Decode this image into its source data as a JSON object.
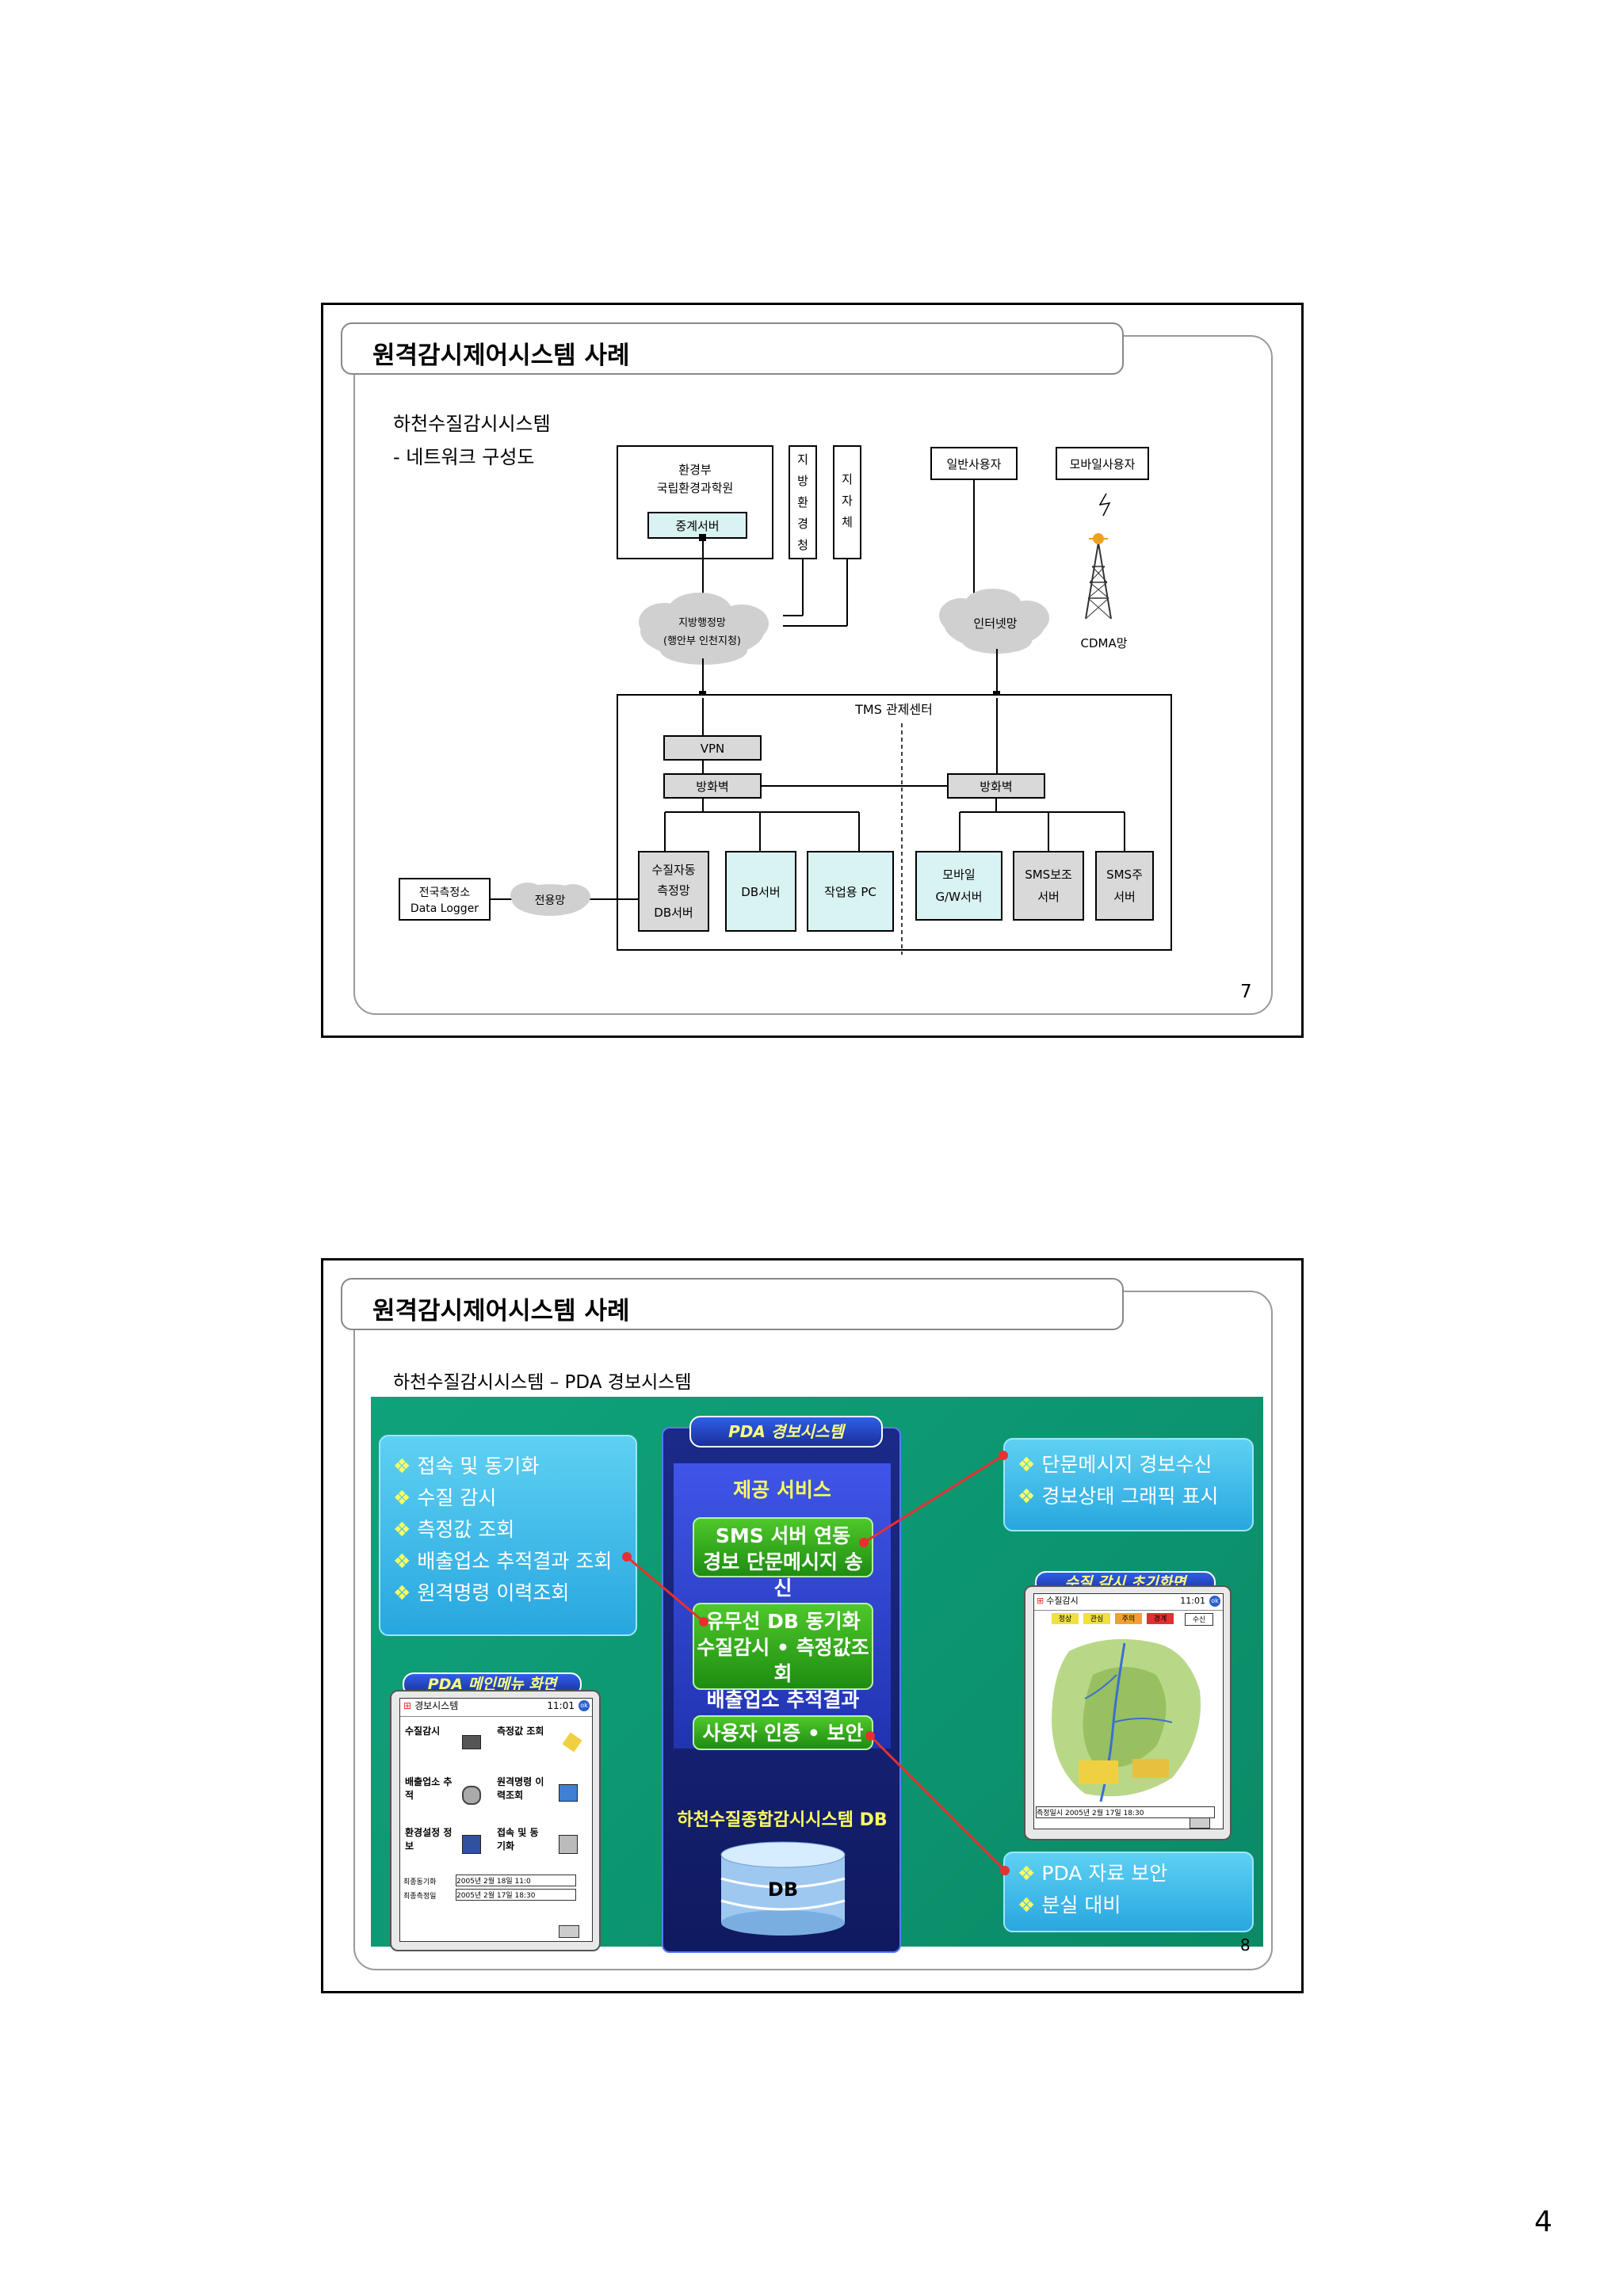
{
  "page_number": "4",
  "slide1": {
    "title": "원격감시제어시스템 사례",
    "subtitle_line1": "하천수질감시시스템",
    "subtitle_line2": "- 네트워크 구성도",
    "slide_number": "7",
    "diagram": {
      "moe_line1": "환경부",
      "moe_line2": "국립환경과학원",
      "relay_server": "중계서버",
      "regional_env": [
        "지",
        "방",
        "환",
        "경",
        "청"
      ],
      "local_gov": [
        "지",
        "자",
        "체"
      ],
      "gov_net_line1": "지방행정망",
      "gov_net_line2": "(행안부 인천지청)",
      "general_user": "일반사용자",
      "mobile_user": "모바일사용자",
      "internet": "인터넷망",
      "cdma": "CDMA망",
      "tms_center": "TMS 관제센터",
      "vpn": "VPN",
      "firewall_left": "방화벽",
      "firewall_right": "방화벽",
      "water_db": [
        "수질자동",
        "측정망",
        "DB서버"
      ],
      "db_server": "DB서버",
      "work_pc": "작업용 PC",
      "mobile_gw": [
        "모바일",
        "G/W서버"
      ],
      "sms_aux": [
        "SMS보조",
        "서버"
      ],
      "sms_main": [
        "SMS주",
        "서버"
      ],
      "national_station_line1": "전국측정소",
      "national_station_line2": "Data Logger",
      "dedicated_net": "전용망"
    }
  },
  "slide2": {
    "title": "원격감시제어시스템 사례",
    "subtitle": "하천수질감시시스템 – PDA 경보시스템",
    "slide_number": "8",
    "left_bullets": [
      "접속 및 동기화",
      "수질 감시",
      "측정값 조회",
      "배출업소 추적결과 조회",
      "원격명령 이력조회"
    ],
    "center_header": "PDA 경보시스템",
    "service_title": "제공 서비스",
    "btn_sms": [
      "SMS 서버 연동",
      "경보 단문메시지 송신"
    ],
    "btn_db": [
      "유무선 DB 동기화",
      "수질감시 • 측정값조회",
      "배출업소 추적결과 조회"
    ],
    "btn_auth": "사용자 인증 • 보안",
    "db_section_title": "하천수질종합감시시스템 DB",
    "db_label": "DB",
    "right_top_bullets": [
      "단문메시지 경보수신",
      "경보상태 그래픽 표시"
    ],
    "right_bottom_bullets": [
      "PDA 자료 보안",
      "분실 대비"
    ],
    "pda_main_label": "PDA 메인메뉴 화면",
    "pda_monitor_label": "수질 감시 초기화면",
    "pda_main": {
      "title": "경보시스템",
      "time": "11:01",
      "menu": [
        "수질감시",
        "측정값 조회",
        "배출업소 추적",
        "원격명령 이력조회",
        "환경설정 정보",
        "접속 및 동기화"
      ],
      "sync_label": "최종동기화",
      "sync_value": "2005년 2월 18일 11:0",
      "measure_label": "최종측정일",
      "measure_value": "2005년 2월 17일 18:30"
    },
    "pda_monitor": {
      "title": "수질감시",
      "time": "11:01",
      "tabs": [
        "정상",
        "관심",
        "주의",
        "경계",
        "수신"
      ],
      "footer": "측정일시 2005년 2월 17일 18:30"
    }
  }
}
